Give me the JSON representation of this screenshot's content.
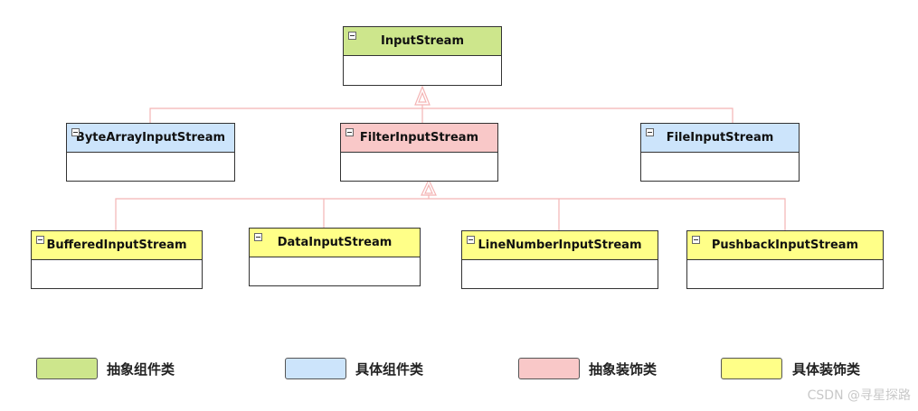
{
  "colors": {
    "abstract_component": "#cde68c",
    "concrete_component": "#cce4fb",
    "abstract_decorator": "#f9c8c8",
    "concrete_decorator": "#ffff88",
    "connector": "#f4b4b4"
  },
  "classes": {
    "input_stream": "InputStream",
    "byte_array_input_stream": "ByteArrayInputStream",
    "filter_input_stream": "FilterInputStream",
    "file_input_stream": "FileInputStream",
    "buffered_input_stream": "BufferedInputStream",
    "data_input_stream": "DataInputStream",
    "line_number_input_stream": "LineNumberInputStream",
    "pushback_input_stream": "PushbackInputStream"
  },
  "legend": {
    "abstract_component": "抽象组件类",
    "concrete_component": "具体组件类",
    "abstract_decorator": "抽象装饰类",
    "concrete_decorator": "具体装饰类"
  },
  "watermark": "CSDN @寻星探路"
}
